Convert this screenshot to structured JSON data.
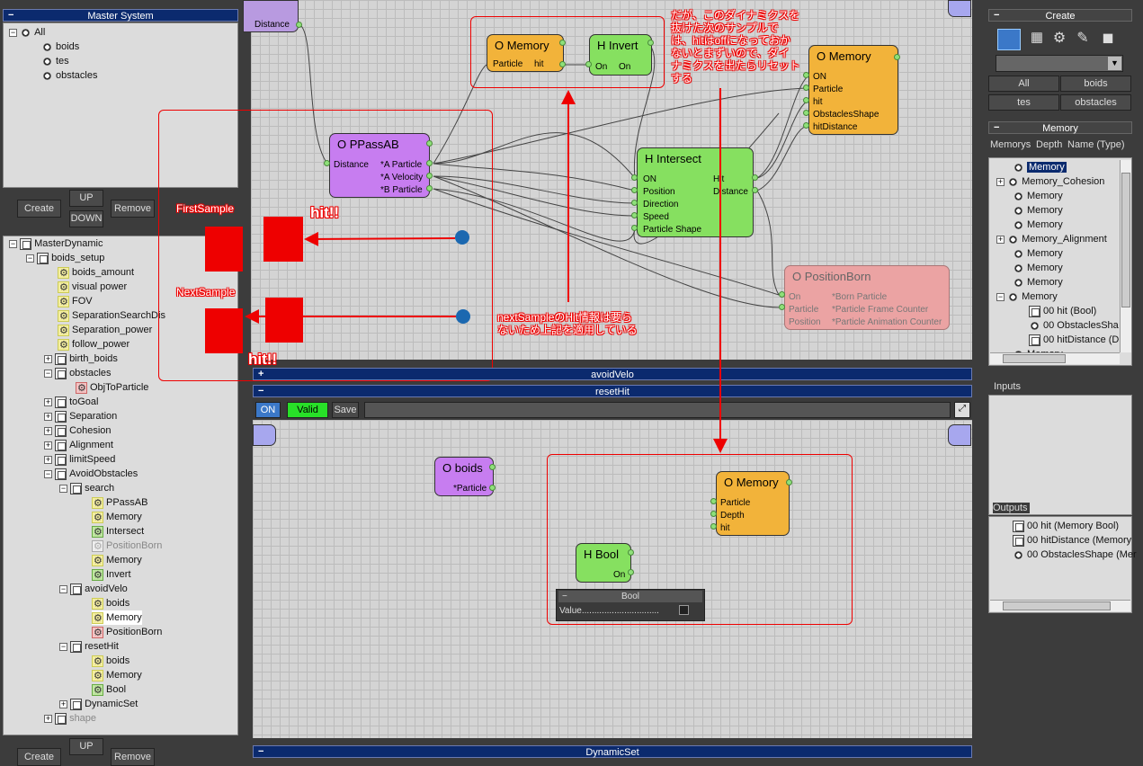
{
  "master_system": {
    "title": "Master System",
    "items": [
      "All",
      "boids",
      "tes",
      "obstacles"
    ]
  },
  "controls": {
    "create": "Create",
    "up": "UP",
    "down": "DOWN",
    "remove": "Remove"
  },
  "dynamic_tree": {
    "root": "MasterDynamic",
    "setup": "boids_setup",
    "setup_children": [
      "boids_amount",
      "visual power",
      "FOV",
      "SeparationSearchDis",
      "Separation_power",
      "follow_power"
    ],
    "birth": "birth_boids",
    "obstacles": "obstacles",
    "obj_to_particle": "ObjToParticle",
    "to_goal": "toGoal",
    "separation": "Separation",
    "cohesion": "Cohesion",
    "alignment": "Alignment",
    "limit_speed": "limitSpeed",
    "avoid": "AvoidObstacles",
    "search": "search",
    "search_children": [
      "PPassAB",
      "Memory",
      "Intersect",
      "PositionBorn",
      "Memory",
      "Invert"
    ],
    "avoid_velo": "avoidVelo",
    "avoid_velo_children": [
      "boids",
      "Memory",
      "PositionBorn"
    ],
    "reset_hit": "resetHit",
    "reset_hit_children": [
      "boids",
      "Memory",
      "Bool"
    ],
    "dynamic_set": "DynamicSet",
    "shape": "shape"
  },
  "graph": {
    "distance_port": "Distance",
    "memory1": {
      "title": "O Memory",
      "p1": "Particle",
      "p2": "hit"
    },
    "invert": {
      "title": "H Invert",
      "p1": "On",
      "p2": "On"
    },
    "memory2": {
      "title": "O Memory",
      "ports": [
        "ON",
        "Particle",
        "hit",
        "ObstaclesShape",
        "hitDistance"
      ]
    },
    "ppass": {
      "title": "O PPassAB",
      "in": "Distance",
      "outs": [
        "*A Particle",
        "*A Velocity",
        "*B Particle"
      ]
    },
    "intersect": {
      "title": "H Intersect",
      "ins": [
        "ON",
        "Position",
        "Direction",
        "Speed",
        "Particle Shape"
      ],
      "outs": [
        "Hit",
        "Distance"
      ]
    },
    "posborn": {
      "title": "O PositionBorn",
      "ins": [
        "On",
        "Particle",
        "Position"
      ],
      "outs": [
        "*Born Particle",
        "*Particle Frame Counter",
        "*Particle Animation Counter"
      ]
    },
    "boids": {
      "title": "O boids",
      "p1": "*Particle"
    },
    "memory3": {
      "title": "O Memory",
      "ports": [
        "Particle",
        "Depth",
        "hit"
      ]
    },
    "hbool": {
      "title": "H Bool",
      "p1": "On"
    },
    "bool_panel": {
      "title": "Bool",
      "value": "Value..............................."
    }
  },
  "sections": {
    "avoid_velo": "avoidVelo",
    "reset_hit": "resetHit",
    "dynamic_set": "DynamicSet"
  },
  "toolbar": {
    "on": "ON",
    "valid": "Valid",
    "save": "Save"
  },
  "annotations": {
    "first": "FirstSample",
    "next": "NextSample",
    "hit1": "hit!!",
    "hit2": "hit!!",
    "top_note": [
      "だが、このダイナミクスを",
      "抜けた次のサンプルで",
      "は、hitはoffになっておか",
      "ないとまずいので、ダイ",
      "ナミクスを出たらリセット",
      "する"
    ],
    "mid_note": [
      "nextSampleのHit情報は要ら",
      "ないため上記を適用している"
    ]
  },
  "right": {
    "create_title": "Create",
    "tabs": [
      "All",
      "boids",
      "tes",
      "obstacles"
    ],
    "memory_title": "Memory",
    "columns": [
      "Memorys",
      "Depth",
      "Name (Type)"
    ],
    "list": [
      "Memory",
      "Memory_Cohesion",
      "Memory",
      "Memory",
      "Memory",
      "Memory_Alignment",
      "Memory",
      "Memory",
      "Memory",
      "Memory",
      "00 hit (Bool)",
      "00 ObstaclesSha",
      "00 hitDistance (D",
      "Memory"
    ],
    "inputs": "Inputs",
    "outputs": "Outputs",
    "outputs_list": [
      "00 hit (Memory Bool)",
      "00 hitDistance (Memory",
      "00 ObstaclesShape (Mer"
    ]
  },
  "colors": {
    "orange": "#f2b33a",
    "green": "#86e060",
    "purple": "#c77df0",
    "pink": "#eba3a3",
    "red": "#e00000",
    "blue": "#1b68b0"
  }
}
